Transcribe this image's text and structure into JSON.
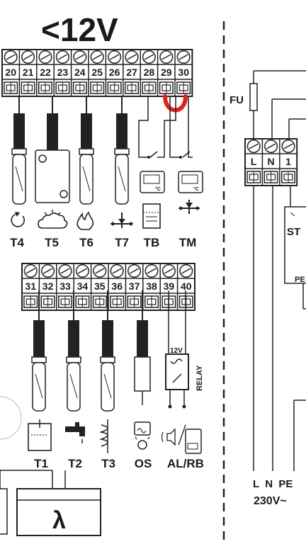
{
  "title": "<12V",
  "terminals_top": [
    "20",
    "21",
    "22",
    "23",
    "24",
    "25",
    "26",
    "27",
    "28",
    "29",
    "30"
  ],
  "terminals_bottom": [
    "31",
    "32",
    "33",
    "34",
    "35",
    "36",
    "37",
    "38",
    "39",
    "40"
  ],
  "terminals_right": [
    "L",
    "N",
    "1"
  ],
  "sensor_labels_top": [
    "T4",
    "T5",
    "T6",
    "T7",
    "TB",
    "TM"
  ],
  "sensor_labels_bottom": [
    "T1",
    "T2",
    "T3",
    "OS",
    "AL/RB"
  ],
  "fuse_label": "FU",
  "module_label": "ST",
  "pe_label": "PE",
  "relay_label": "RELAY",
  "relay_voltage": "12V",
  "thermostat_unit": "°C",
  "power_lines": "L  N  PE",
  "power_voltage": "230V~",
  "lambda_symbol": "λ",
  "jumper_color": "#e0241b"
}
